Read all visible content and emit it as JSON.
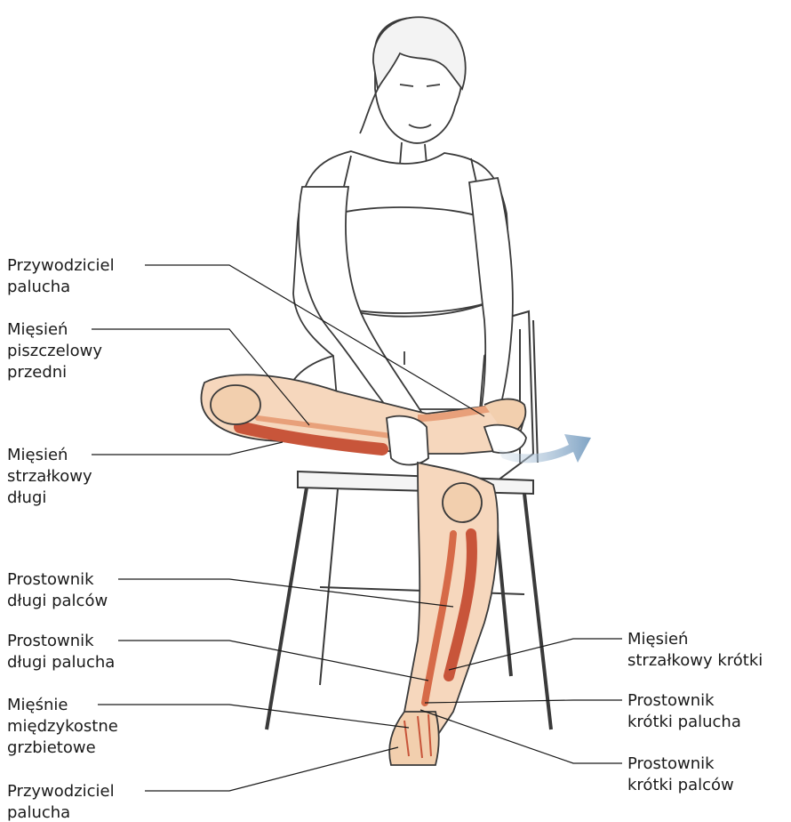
{
  "labels": {
    "przywodziciel_top": {
      "lines": [
        "Przywodziciel",
        "palucha"
      ]
    },
    "piszczelowy": {
      "lines": [
        "Mięsień",
        "piszczelowy",
        "przedni"
      ]
    },
    "strzalkowy_dlugi": {
      "lines": [
        "Mięsień",
        "strzałkowy",
        "długi"
      ]
    },
    "prostownik_palcow": {
      "lines": [
        "Prostownik",
        "długi palców"
      ]
    },
    "prostownik_palucha": {
      "lines": [
        "Prostownik",
        "długi palucha"
      ]
    },
    "miedzykostne": {
      "lines": [
        "Mięśnie",
        "międzykostne",
        "grzbietowe"
      ]
    },
    "przywodziciel_bottom": {
      "lines": [
        "Przywodziciel",
        "palucha"
      ]
    },
    "strzalkowy_krotki": {
      "lines": [
        "Mięsień",
        "strzałkowy krótki"
      ]
    },
    "prostownik_krotki_palucha": {
      "lines": [
        "Prostownik",
        "krótki palucha"
      ]
    },
    "prostownik_krotki_palcow": {
      "lines": [
        "Prostownik",
        "krótki palców"
      ]
    }
  },
  "colors": {
    "muscle": "#c8553a",
    "muscle_light": "#e8a07a",
    "bone": "#f2cfae",
    "outline": "#3a3a3a",
    "arrow": "#7fa3c4",
    "leader": "#1a1a1a"
  }
}
